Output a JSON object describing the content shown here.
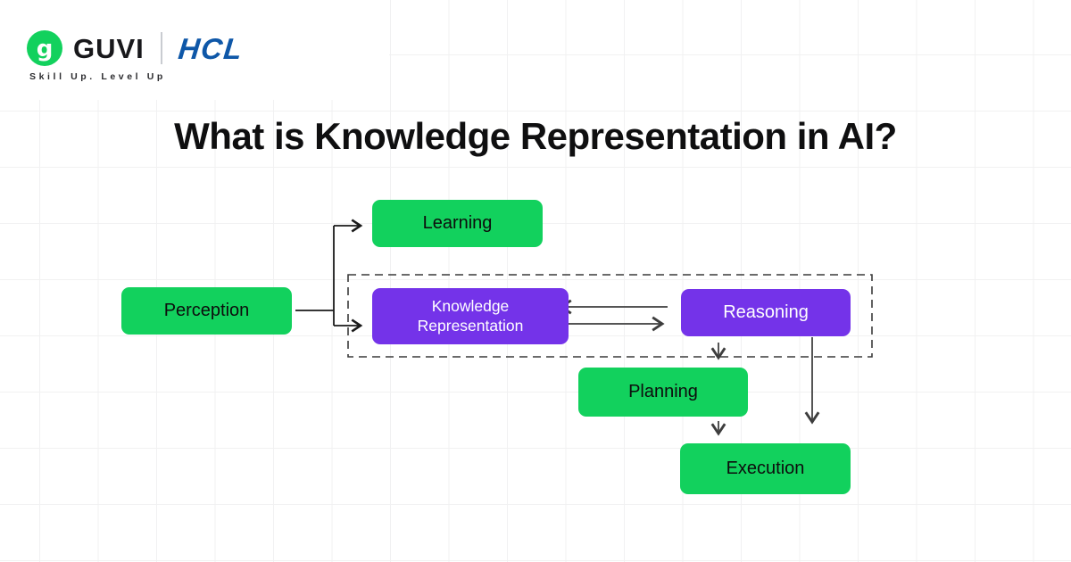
{
  "brand": {
    "guvi_label": "GUVI",
    "guvi_icon": "guvi-g-icon",
    "tagline": "Skill Up. Level Up",
    "partner_label": "HCL",
    "guvi_green": "#12d15d",
    "hcl_blue": "#0e57a8"
  },
  "title": "What is Knowledge Representation in AI?",
  "diagram": {
    "nodes": [
      {
        "id": "perception",
        "label": "Perception",
        "fill": "#12d15d",
        "text_color": "#0d0d0d"
      },
      {
        "id": "learning",
        "label": "Learning",
        "fill": "#12d15d",
        "text_color": "#0d0d0d"
      },
      {
        "id": "knowledge_representation",
        "label": "Knowledge Representation",
        "fill": "#7433e9",
        "text_color": "#ffffff"
      },
      {
        "id": "reasoning",
        "label": "Reasoning",
        "fill": "#7433e9",
        "text_color": "#ffffff"
      },
      {
        "id": "planning",
        "label": "Planning",
        "fill": "#12d15d",
        "text_color": "#0d0d0d"
      },
      {
        "id": "execution",
        "label": "Execution",
        "fill": "#12d15d",
        "text_color": "#0d0d0d"
      }
    ],
    "edges": [
      {
        "from": "perception",
        "to": "learning"
      },
      {
        "from": "perception",
        "to": "knowledge_representation"
      },
      {
        "from": "reasoning",
        "to": "knowledge_representation"
      },
      {
        "from": "knowledge_representation",
        "to": "reasoning"
      },
      {
        "from": "reasoning",
        "to": "planning"
      },
      {
        "from": "reasoning",
        "to": "execution"
      },
      {
        "from": "planning",
        "to": "execution"
      }
    ],
    "dashed_group": [
      "knowledge_representation",
      "reasoning"
    ],
    "arrow_color_primary": "#1a1a1a",
    "arrow_color_secondary": "#555555",
    "dashed_border_color": "#3a3a3a"
  }
}
